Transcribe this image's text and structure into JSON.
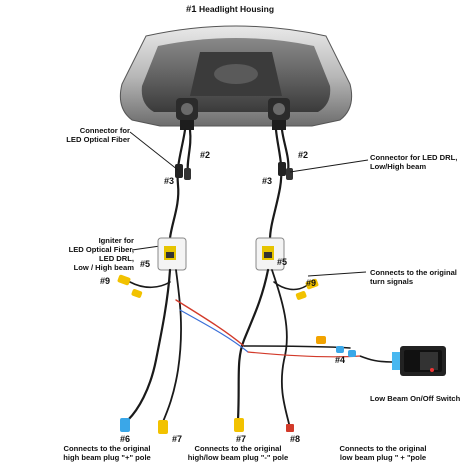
{
  "title": {
    "number": "#1",
    "text": "Headlight Housing"
  },
  "callouts": {
    "c2a": "#2",
    "c2b": "#2",
    "c3a": "#3",
    "c3b": "#3",
    "c4": "#4",
    "c5a": "#5",
    "c5b": "#5",
    "c6": "#6",
    "c7a": "#7",
    "c7b": "#7",
    "c8": "#8",
    "c9a": "#9",
    "c9b": "#9"
  },
  "labels": {
    "optical_connector_line1": "Connector for",
    "optical_connector_line2": "LED Optical Fiber",
    "drl_connector_line1": "Connector for LED DRL,",
    "drl_connector_line2": "Low/High beam",
    "igniter_line1": "Igniter for",
    "igniter_line2": "LED Optical Fiber,",
    "igniter_line3": "LED DRL,",
    "igniter_line4": "Low / High beam",
    "turn_line1": "Connects to the original",
    "turn_line2": "turn signals",
    "switch_label": "Low Beam On/Off Switch",
    "bottom1_line1": "Connects to the original",
    "bottom1_line2": "high beam plug \"+\" pole",
    "bottom2_line1": "Connects to the original",
    "bottom2_line2": "high/low beam plug \"-\" pole",
    "bottom3_line1": "Connects to the original",
    "bottom3_line2": "low beam plug \" + \"pole"
  },
  "colors": {
    "wire": "#1a1a1a",
    "connector_yellow": "#f2c200",
    "connector_blue": "#3aa7e8",
    "switch_blue": "#49b8f0",
    "wire_red": "#d23a2a",
    "wire_blue": "#3a6fd8",
    "housing_dark": "#4a4a4a",
    "housing_light": "#cfcfcf"
  }
}
